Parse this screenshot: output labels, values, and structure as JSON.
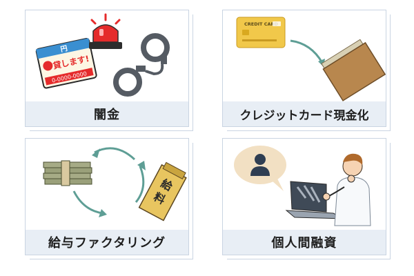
{
  "cards": [
    {
      "label": "闇金"
    },
    {
      "label": "クレジットカード現金化"
    },
    {
      "label": "給与ファクタリング"
    },
    {
      "label": "個人間融資"
    }
  ],
  "illustrations": {
    "flyer_lines": [
      "円",
      "貸します!",
      "0-0000-0000"
    ],
    "card_text": "CREDIT CARD",
    "envelope_text": [
      "給",
      "料"
    ]
  },
  "colors": {
    "label_bar": "#e8eef5",
    "card_border": "#c9d4e2",
    "arrow_teal": "#5e9e95",
    "siren_red": "#e52b2b",
    "handcuff_gray": "#555b63",
    "envelope_brown": "#b8874e",
    "bubble": "#f2e0c3",
    "cash_green": "#9aa07a"
  }
}
